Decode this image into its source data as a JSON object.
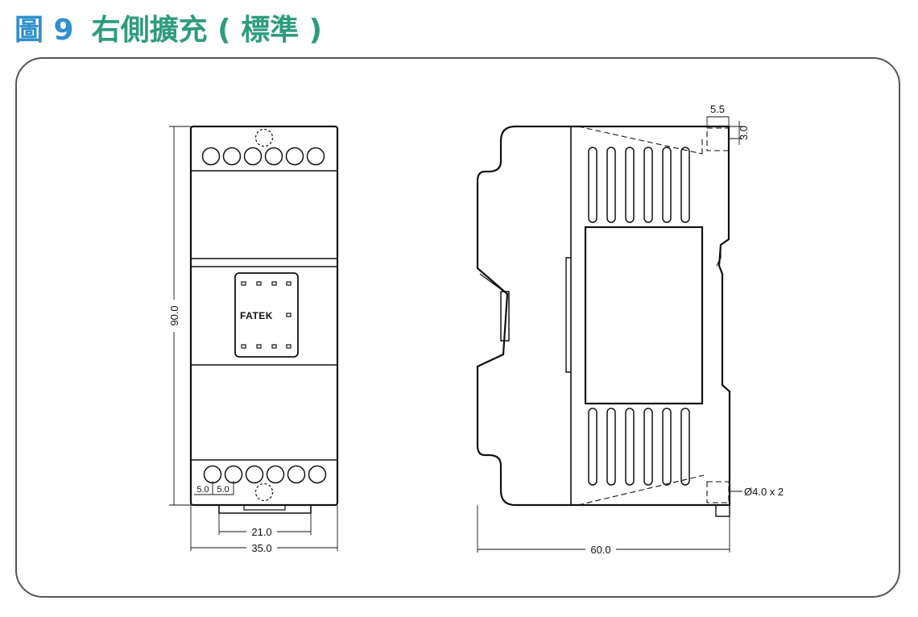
{
  "figure": {
    "number": "圖 9",
    "title": "右側擴充 ( 標準 )"
  },
  "front_view": {
    "brand": "FATEK",
    "dims": {
      "height": "90.0",
      "width": "35.0",
      "rail": "21.0",
      "pitch_1": "5.0",
      "pitch_2": "5.0"
    }
  },
  "side_view": {
    "dims": {
      "depth": "60.0",
      "notch_w": "5.5",
      "notch_h": "3.0",
      "hole": "Ø4.0 x 2"
    }
  },
  "colors": {
    "figure_number": "#2f8fd0",
    "title_text": "#2e9c7e",
    "frame": "#555555",
    "line": "#111111"
  }
}
